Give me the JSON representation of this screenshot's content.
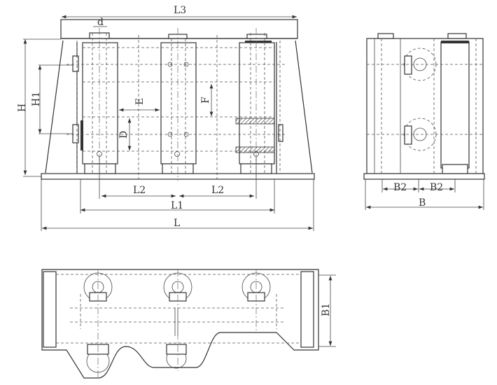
{
  "title": "Roller fairlead dimension drawing",
  "front_view": {
    "labels": {
      "L3": "L3",
      "d": "d",
      "H": "H",
      "H1": "H1",
      "E": "E",
      "F": "F",
      "D": "D",
      "L2a": "L2",
      "L2b": "L2",
      "L1": "L1",
      "L": "L"
    }
  },
  "side_view": {
    "labels": {
      "B2a": "B2",
      "B2b": "B2",
      "B": "B"
    }
  },
  "plan_view": {
    "labels": {
      "B1": "B1"
    }
  }
}
